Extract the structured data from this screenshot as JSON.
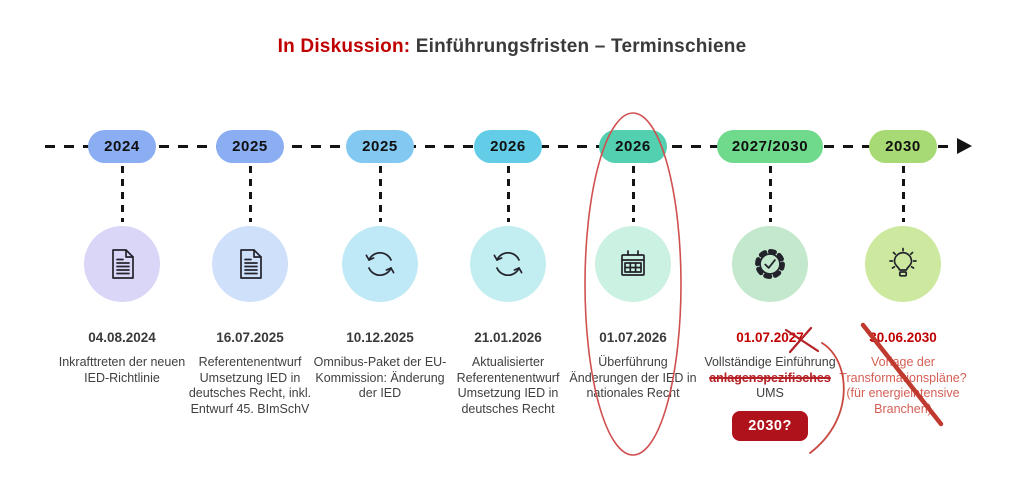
{
  "title": {
    "highlight": "In Diskussion:",
    "rest": " Einführungsfristen – Terminschiene"
  },
  "colors": {
    "accent_red": "#C00000",
    "annotation_red": "#C9473E",
    "badge_bg": "#B0121B",
    "badge_text": "#FFFFFF",
    "axis_black": "#141414",
    "text_dark": "#3A3A3A"
  },
  "columns": [
    {
      "year": "2024",
      "pill_bg": "#8BAEF3",
      "circle_bg": "#D9D6F8",
      "icon": "document-icon",
      "date": "04.08.2024",
      "desc": "Inkrafttreten der neuen IED-Richtlinie"
    },
    {
      "year": "2025",
      "pill_bg": "#8BAEF3",
      "circle_bg": "#CFE0FA",
      "icon": "document-icon",
      "date": "16.07.2025",
      "desc": "Referentenentwurf Umsetzung IED in deutsches Recht, inkl. Entwurf 45. BImSchV"
    },
    {
      "year": "2025",
      "pill_bg": "#82C8F0",
      "circle_bg": "#BFE9F6",
      "icon": "refresh-icon",
      "date": "10.12.2025",
      "desc": "Omnibus-Paket der EU-Kommission: Änderung der IED"
    },
    {
      "year": "2026",
      "pill_bg": "#63CCE6",
      "circle_bg": "#C2EDF1",
      "icon": "refresh-icon",
      "date": "21.01.2026",
      "desc": "Aktualisierter Referentenentwurf Umsetzung IED in deutsches Recht"
    },
    {
      "year": "2026",
      "pill_bg": "#52D0AF",
      "circle_bg": "#CBF1E2",
      "icon": "calendar-icon",
      "date": "01.07.2026",
      "desc": "Überführung Änderungen der IED in nationales Recht",
      "emphasis": "red-oval"
    },
    {
      "year": "2027/2030",
      "pill_bg": "#6FD98C",
      "circle_bg": "#C3E8CD",
      "icon": "gear-check-icon",
      "date": "01.07.2027",
      "desc_pre": "Vollständige Einführung",
      "desc_struck": "anlagenspezifisches",
      "desc_post": "UMS",
      "badge": "2030?",
      "emphasis": "date-crossed-out"
    },
    {
      "year": "2030",
      "pill_bg": "#A7DA74",
      "circle_bg": "#CDE99F",
      "icon": "bulb-icon",
      "date": "30.06.2030",
      "desc": "Vorlage der Transformationspläne? (für energieintensive Branchen)",
      "emphasis": "diagonal-strike"
    }
  ]
}
